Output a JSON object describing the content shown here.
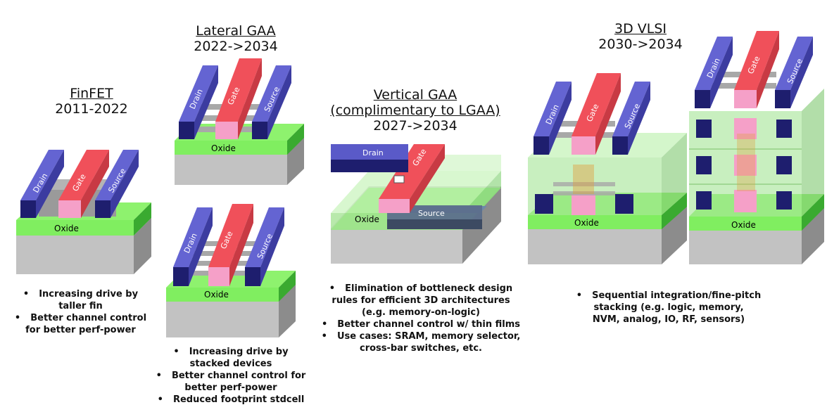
{
  "finfet": {
    "title": "FinFET",
    "years": "2011-2022",
    "bullets": [
      {
        "l1": "Increasing drive by",
        "l2": "taller fin"
      },
      {
        "l1": "Better channel control",
        "l2": "for better perf-power"
      }
    ]
  },
  "lateral": {
    "title": "Lateral GAA",
    "years": "2022->2034",
    "bullets": [
      {
        "l1": "Increasing drive by",
        "l2": "stacked devices"
      },
      {
        "l1": "Better channel control for",
        "l2": "better perf-power"
      },
      {
        "l1": "Reduced footprint stdcell",
        "l2": ""
      }
    ]
  },
  "vertical": {
    "title_l1": "Vertical GAA",
    "title_l2": "(complimentary to LGAA)",
    "years": "2027->2034",
    "bullets": [
      {
        "l1": "Elimination of bottleneck design",
        "l2": "rules for efficient 3D architectures",
        "l3": "(e.g. memory-on-logic)"
      },
      {
        "l1": "Better channel control w/ thin films"
      },
      {
        "l1": "Use cases: SRAM, memory selector,",
        "l2": "cross-bar switches, etc."
      }
    ]
  },
  "vlsi": {
    "title": "3D VLSI",
    "years": "2030->2034",
    "bullets": [
      {
        "l1": "Sequential integration/fine-pitch",
        "l2": "stacking (e.g. logic, memory,",
        "l3": "NVM, analog, IO, RF, sensors)"
      }
    ]
  },
  "labels": {
    "drain": "Drain",
    "gate": "Gate",
    "source": "Source",
    "oxide": "Oxide"
  },
  "colors": {
    "gate": "#f0505a",
    "gate_side": "#c83a44",
    "pink": "#f5a0c8",
    "drain": "#5a5ac8",
    "drain_dark": "#1e1e6e",
    "oxide": "#80ee60",
    "oxide_dark": "#3aaa30",
    "substrate": "#c8c8c8",
    "substrate_side": "#8c8c8c"
  }
}
